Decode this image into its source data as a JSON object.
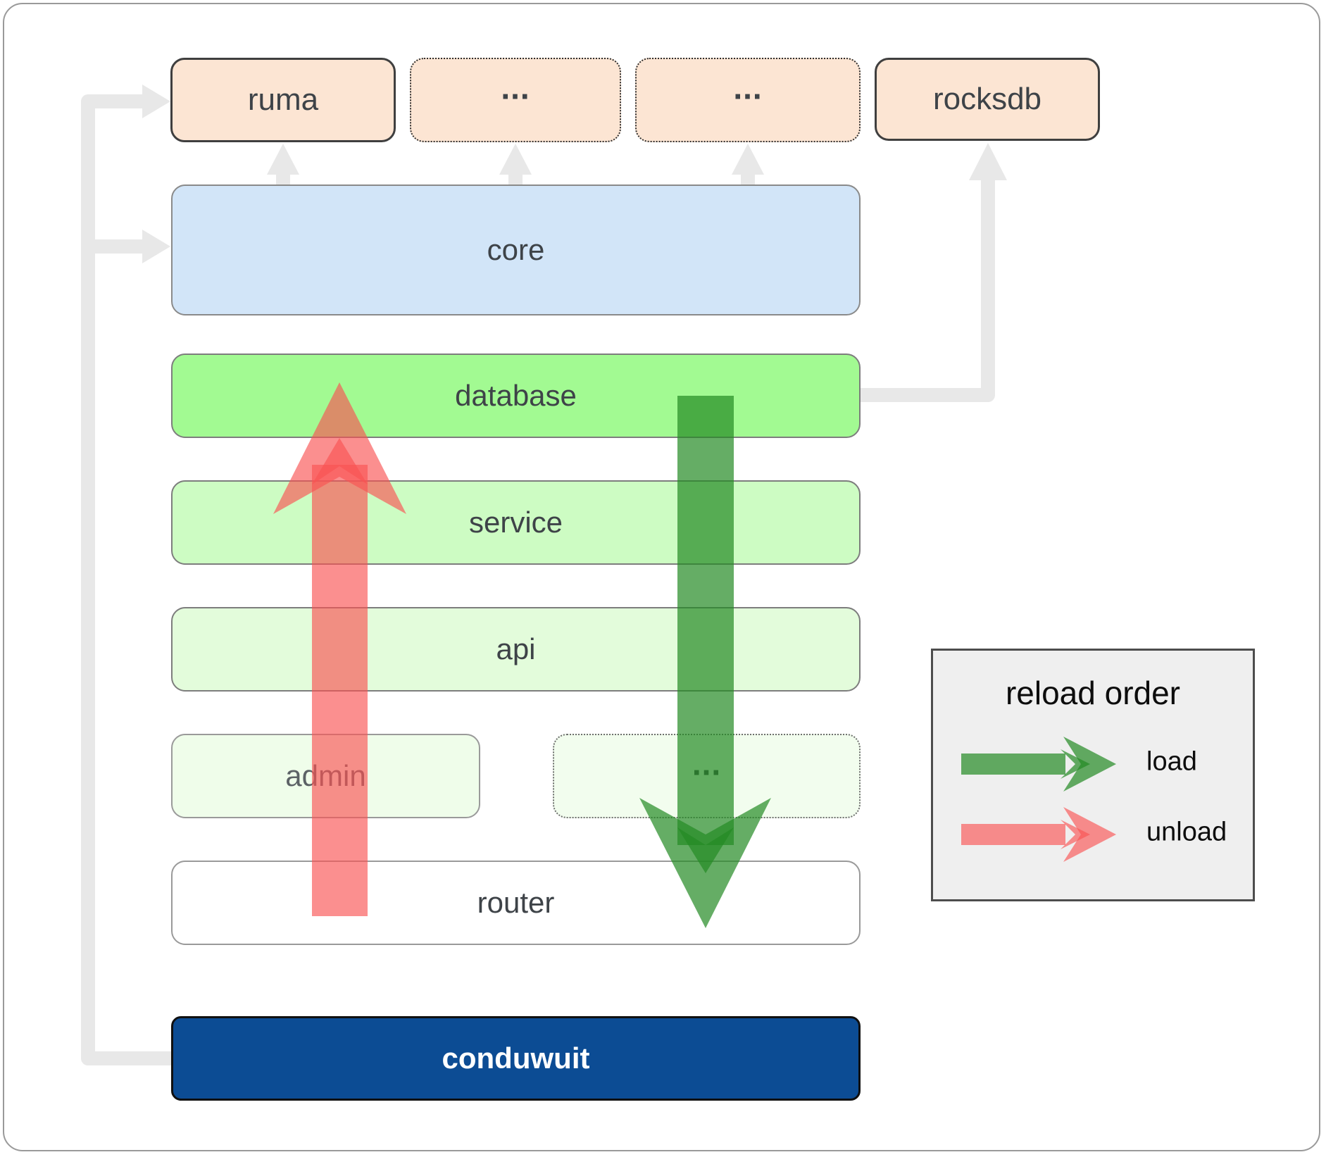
{
  "diagram": {
    "external_row": [
      {
        "label": "ruma",
        "border": "solid"
      },
      {
        "label": "...",
        "border": "dotted"
      },
      {
        "label": "...",
        "border": "dotted"
      },
      {
        "label": "rocksdb",
        "border": "solid"
      }
    ],
    "core": {
      "label": "core"
    },
    "database": {
      "label": "database"
    },
    "service": {
      "label": "service"
    },
    "api": {
      "label": "api"
    },
    "optional_row": [
      {
        "label": "admin"
      },
      {
        "label": "..."
      }
    ],
    "router": {
      "label": "router"
    },
    "root": {
      "label": "conduwuit"
    }
  },
  "legend": {
    "title": "reload order",
    "items": [
      {
        "label": "load",
        "color": "#2e8b2e"
      },
      {
        "label": "unload",
        "color": "#f85353"
      }
    ]
  },
  "colors": {
    "external_fill": "#fce5d3",
    "core_fill": "#d2e5f8",
    "database_fill": "#a2fa92",
    "service_fill": "#cdfcc3",
    "api_fill": "#e3fcdb",
    "admin_fill": "#effdea",
    "router_fill": "#ffffff",
    "root_fill": "#0c4c94",
    "connector_gray": "#e8e8e8",
    "load_arrow_green": "#2e8b2e",
    "unload_arrow_red": "#f85353",
    "legend_bg": "#efefef"
  }
}
